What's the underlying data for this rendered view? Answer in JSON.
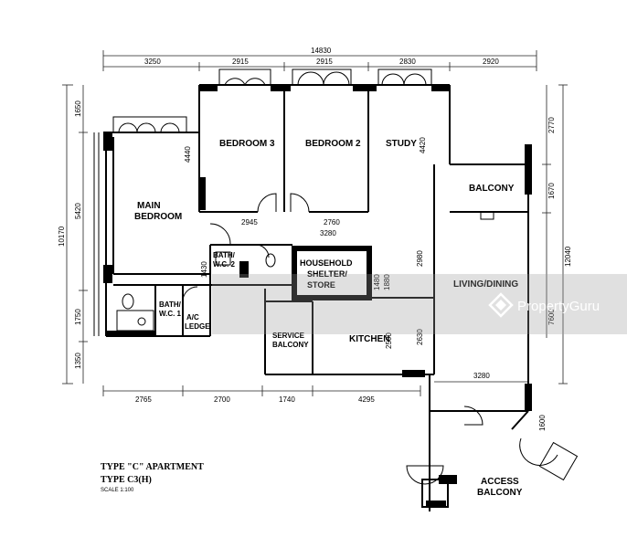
{
  "rooms": {
    "bedroom_3": "BEDROOM 3",
    "bedroom_2": "BEDROOM 2",
    "study": "STUDY",
    "main_bedroom_1": "MAIN",
    "main_bedroom_2": "BEDROOM",
    "balcony": "BALCONY",
    "bath_wc_2_line1": "BATH/",
    "bath_wc_2_line2": "W.C. 2",
    "household_line1": "HOUSEHOLD",
    "household_line2": "SHELTER/",
    "household_line3": "STORE",
    "living_dining": "LIVING/DINING",
    "bath_wc_1_line1": "BATH/",
    "bath_wc_1_line2": "W.C. 1",
    "ac_ledge_line1": "A/C",
    "ac_ledge_line2": "LEDGE",
    "service_balcony_line1": "SERVICE",
    "service_balcony_line2": "BALCONY",
    "kitchen": "KITCHEN",
    "access_balcony_line1": "ACCESS",
    "access_balcony_line2": "BALCONY"
  },
  "dimensions": {
    "overall_width": "14830",
    "top": [
      "3250",
      "2915",
      "2915",
      "2830",
      "2920"
    ],
    "bottom": [
      "2765",
      "2700",
      "1740",
      "4295"
    ],
    "left_overall": "10170",
    "left": [
      "1650",
      "5420",
      "1750",
      "1350"
    ],
    "right": [
      "2770",
      "1670",
      "12040",
      "7600"
    ],
    "bedroom_depth": "4440",
    "study_depth": "4420",
    "hall_2945": "2945",
    "hall_2760": "2760",
    "shelter_width": "3280",
    "shelter_d1": "1480",
    "shelter_d2": "1880",
    "wc2_depth": "1430",
    "living_2980": "2980",
    "kitchen_2500": "2500",
    "kitchen_2630": "2630",
    "living_width": "3280",
    "access_1600": "1600"
  },
  "legend": {
    "type_line1": "TYPE \"C\" APARTMENT",
    "type_line2": "TYPE C3(H)",
    "scale": "SCALE 1:100"
  },
  "watermark": {
    "brand": "PropertyGuru"
  }
}
